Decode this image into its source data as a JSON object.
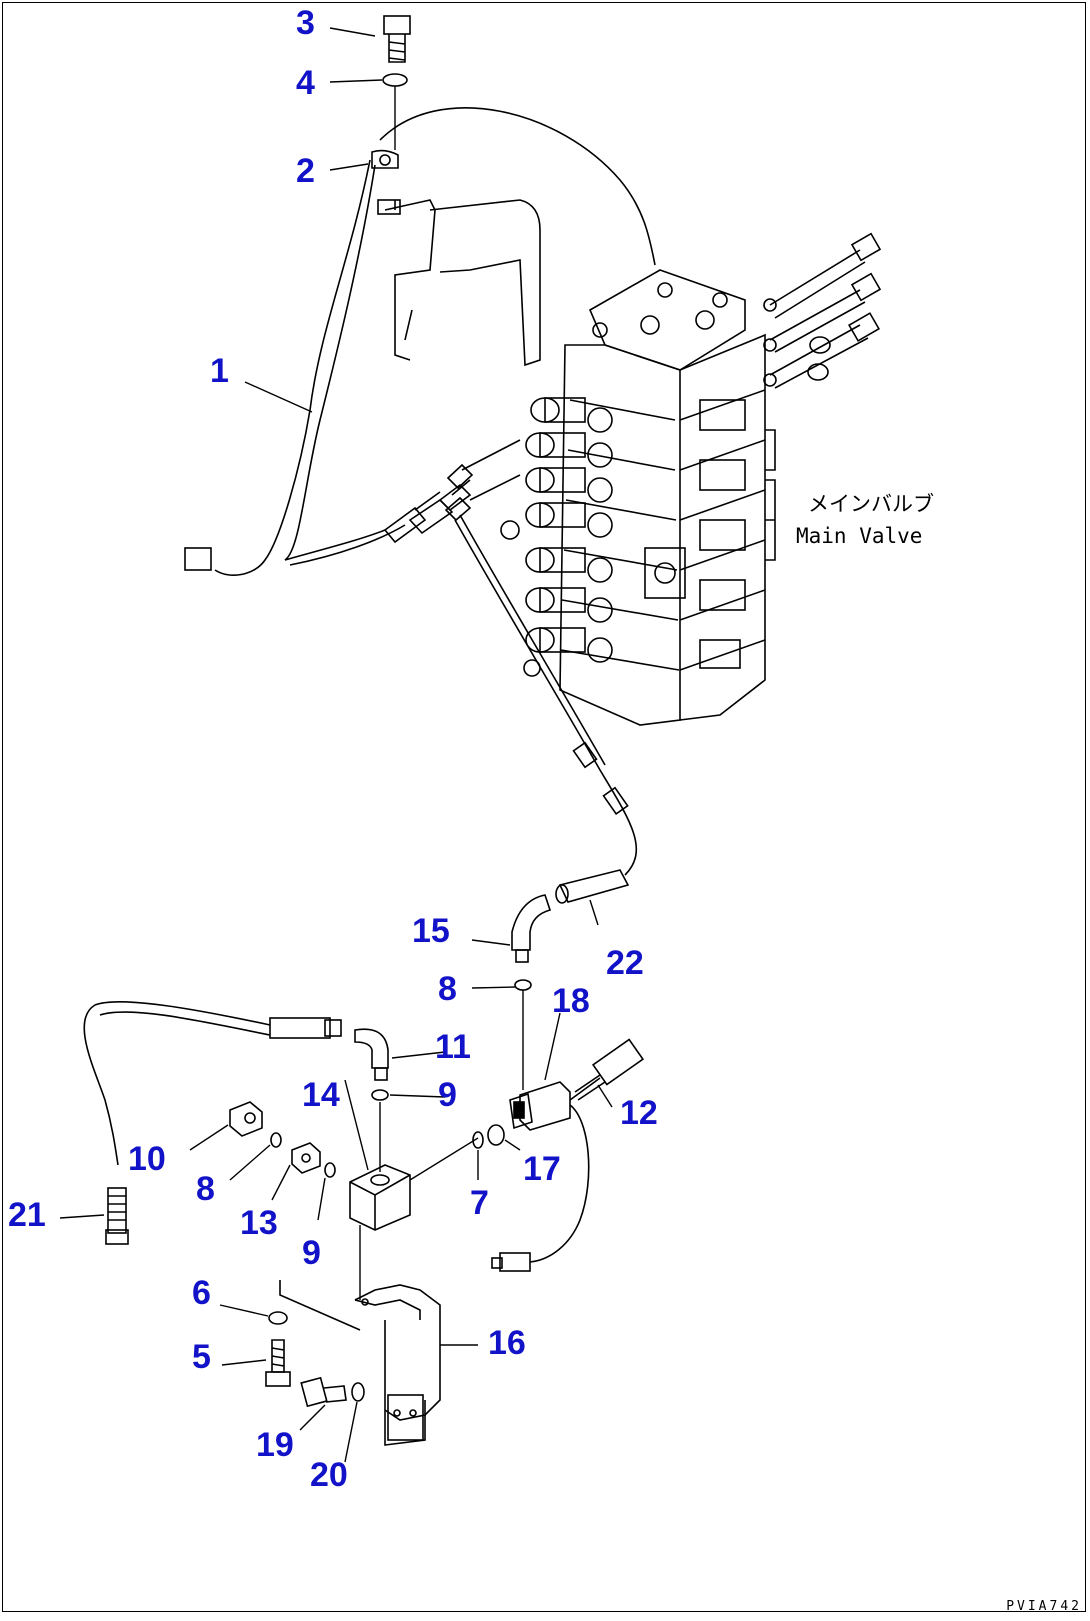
{
  "callouts": {
    "p1": "1",
    "p2": "2",
    "p3": "3",
    "p4": "4",
    "p5": "5",
    "p6": "6",
    "p7": "7",
    "p8a": "8",
    "p8b": "8",
    "p9a": "9",
    "p9b": "9",
    "p10": "10",
    "p11": "11",
    "p12": "12",
    "p13": "13",
    "p14": "14",
    "p15": "15",
    "p16": "16",
    "p17": "17",
    "p18": "18",
    "p19": "19",
    "p20": "20",
    "p21": "21",
    "p22": "22"
  },
  "valve_label": {
    "japanese": "メインバルブ",
    "english": "Main Valve"
  },
  "drawing_code": "PVIA742",
  "colors": {
    "callout": "#1212c8",
    "line": "#000000",
    "background": "#ffffff"
  }
}
